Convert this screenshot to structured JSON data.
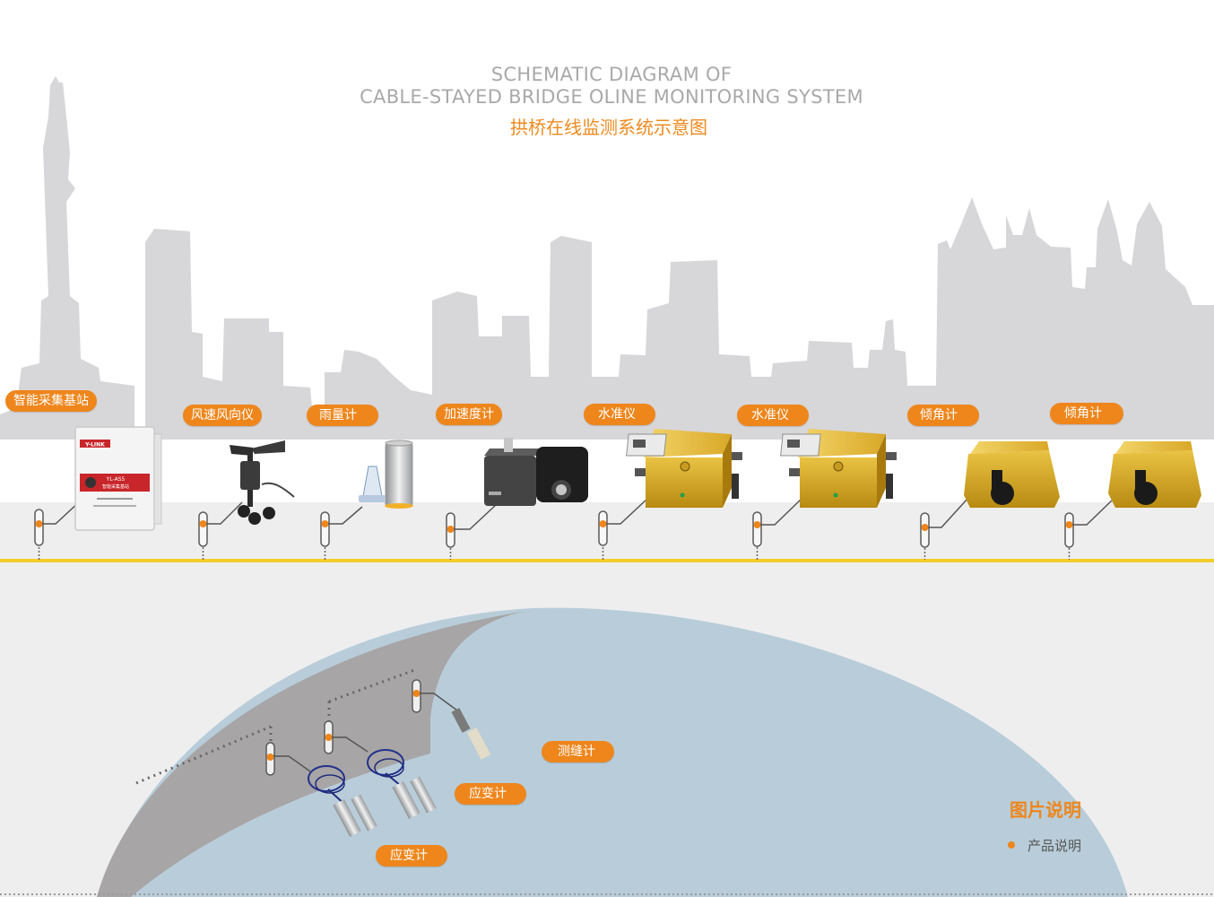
{
  "title": {
    "en_line1": "SCHEMATIC DIAGRAM OF",
    "en_line2": "CABLE-STAYED BRIDGE OLINE MONITORING SYSTEM",
    "cn": "拱桥在线监测系统示意图"
  },
  "devices": {
    "station": "智能采集基站",
    "wind": "风速风向仪",
    "rain": "雨量计",
    "accel": "加速度计",
    "level1": "水准仪",
    "level2": "水准仪",
    "tilt1": "倾角计",
    "tilt2": "倾角计"
  },
  "station_box": {
    "brand": "Y-LINK",
    "model": "YL-AS5",
    "name": "智能采集基站"
  },
  "lower_sensors": {
    "crack": "测缝计",
    "strain1": "应变计",
    "strain2": "应变计"
  },
  "legend": {
    "title": "图片说明",
    "item": "产品说明"
  },
  "colors": {
    "accent": "#ee861c",
    "road_line": "#f3cd2a",
    "skyline": "#d7d6d8",
    "arch": "#b8cdd9"
  }
}
